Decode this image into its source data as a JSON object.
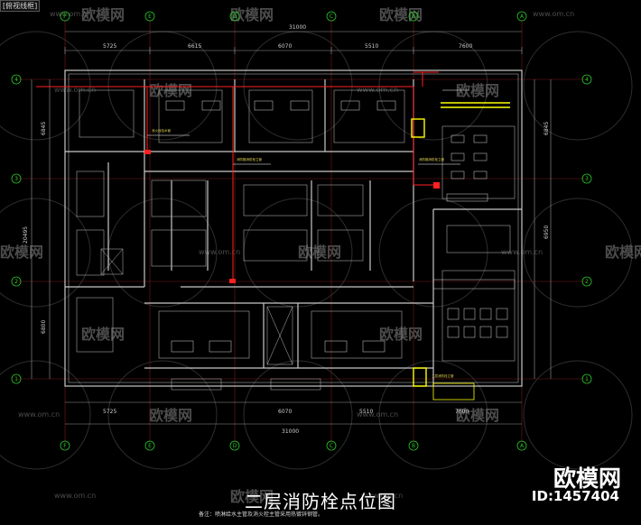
{
  "header": {
    "tab_label": "[俯视线框]"
  },
  "title": "二层消防栓点位图",
  "title_note": "备注：喷淋给水主管及消火栓主管采用热镀锌钢管。",
  "brand": {
    "name": "欧模网",
    "id": "ID:1457404"
  },
  "watermark": {
    "text": "欧模网",
    "url": "www.om.cn"
  },
  "dimensions": {
    "top_segments": [
      "5725",
      "6615",
      "6070",
      "5510",
      "7600"
    ],
    "top_total": "31000",
    "bottom_segments": [
      "5725",
      "6070",
      "5510",
      "7600"
    ],
    "bottom_total": "31000",
    "left_segments": [
      "6845",
      "20495",
      "6800"
    ],
    "right_segments": [
      "6845",
      "6950"
    ]
  },
  "axes": {
    "columns": [
      "F",
      "E",
      "D",
      "C",
      "B",
      "A"
    ],
    "rows": [
      "4",
      "3",
      "2",
      "1"
    ]
  },
  "annotations": [
    "消火栓给水管",
    "消防箱消防栓立管",
    "消防箱消防栓立管",
    "二层消防栓立管"
  ],
  "colors": {
    "wall": "#c8c8c8",
    "pipe": "#ff2020",
    "axis": "#28c828",
    "hydrant": "#ffff00"
  }
}
